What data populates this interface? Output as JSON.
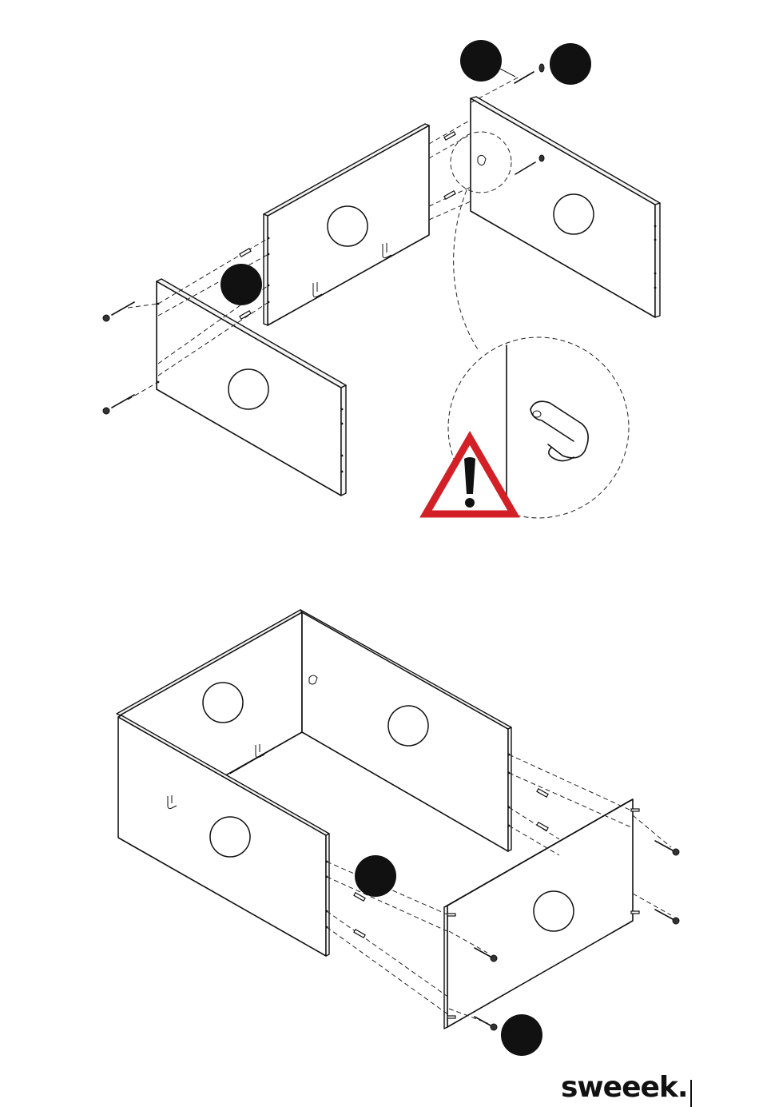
{
  "brand": {
    "logo_text": "sweeek.",
    "color": "#111111"
  },
  "colors": {
    "line": "#111111",
    "badge": "#111111",
    "warning": "#d32027"
  },
  "icons": {
    "warning": "warning-triangle-icon",
    "callout_badge": "step-badge-icon"
  },
  "steps": [
    {
      "name": "step-top",
      "callouts": 3
    },
    {
      "name": "step-bottom",
      "callouts": 2
    }
  ]
}
